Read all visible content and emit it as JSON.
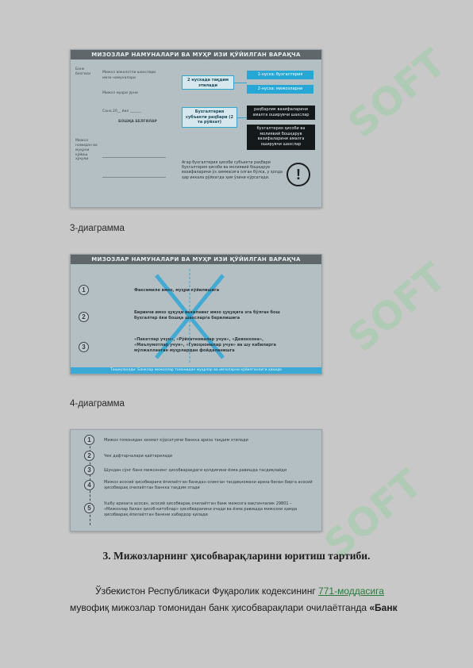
{
  "fig1": {
    "header": "МИЗОЗЛАР НАМУНАЛАРИ ВА МУҲР ИЗИ ҚЎЙИЛГАН ВАРАҚЧА",
    "left_label_top": "Банк белгиси",
    "left_lines": [
      "Мижоз ваколатли шахслари",
      "имзо намуналари",
      "Мижоз муҳри ўрни"
    ],
    "left_label_mid": "Мижоз номидан ва муҳрни қўйиш ҳуқуқи",
    "sign_label": "Сана 20__ йил ______",
    "bank_label": "БОШҚА БЕЛГИЛАР",
    "box1": "2 нусхада тақдим этилади",
    "box2": "1-нусха: бухгалтерия",
    "box3": "2-нусха: мижозларни",
    "box4": "Бухгалтерия субъекти раҳбари (2 та рўйхат)",
    "box5": "раҳбарлик вазифаларини амалга оширувчи шахслар",
    "box6": "бухгалтерия ҳисоби ва молиявий бошқарув вазифаларини амалга оширувчи шахслар",
    "note": "Агар бухгалтерия ҳисоби субъекти раҳбари бухгалтерия ҳисоби ва молиявий бошқарув вазифаларини ўз зиммасига олган бўлса, у ҳолда ҳар иккала рўйхатда ҳам ўзини кўрсатади.",
    "warn_icon": "exclamation-icon"
  },
  "caption3": "3-диаграмма",
  "fig2": {
    "header": "МИЗОЗЛАР НАМУНАЛАРИ ВА МУҲР ИЗИ ҚЎЙИЛГАН ВАРАҚЧА",
    "items": [
      {
        "num": "1",
        "text": "Факсимиле имзо, муҳри кўйилишига"
      },
      {
        "num": "2",
        "text": "Биринчи имзо ҳуқуқи вакилнинг имзо ҳуқуқига эга бўлган бош бухгалтер ёки бошқа шахсларга берилишига"
      },
      {
        "num": "3",
        "text": "«Пакетлар учун», «Рўйхатномалар учун», «Девонхона», «Маълумотлар учун», «Гувоҳномалар учун» ва шу кабиларга мўлжалланган муҳрлардан фойдаланишга"
      }
    ],
    "footer": "Тақиқланади: Банклар мижозлар томонидан муҳрлар ва имзоларни қўйилганлиги ҳақида"
  },
  "caption4": "4-диаграмма",
  "fig3": {
    "steps": [
      {
        "num": "1",
        "text": "Мижоз томонидан хизмат кўрсатувчи банкка ариза тақдим этилади"
      },
      {
        "num": "2",
        "text": "Чек дафтарчалари қайтарилади"
      },
      {
        "num": "3",
        "text": "Шундан сўнг банк мижознинг ҳисобварақдаги қолдиғини ёзма равишда тасдиқлайди"
      },
      {
        "num": "4",
        "text": "Мижоз асосий ҳисобварағи ёпилаётган банкдан олинган тасдиқномани ариза билан бирга асосий ҳисобварақ очилаётган банкка тақдим этади"
      },
      {
        "num": "5",
        "text": "Ушбу аризага асосан, асосий ҳисобварақ очилаётган банк мижозга вақтинчалик 29801 – «Мижозлар билан ҳисоб-китоблар» ҳисобварағини очади ва ёзма равишда мижозни ҳамда ҳисобварақ ёпилаётган банкни хабардор қилади"
      }
    ]
  },
  "section_heading": "3. Мижозларнинг ҳисобварақларини юритиш тартиби.",
  "paragraph": {
    "before_link": "Ўзбекистон Республикаси Фуқаролик кодексининг ",
    "link": "771-моддасига",
    "after_link": "мувофиқ мижозлар томонидан банк ҳисобварақлари очилаётганда ",
    "bold_tail": "«Банк"
  },
  "watermark": "SOFT"
}
